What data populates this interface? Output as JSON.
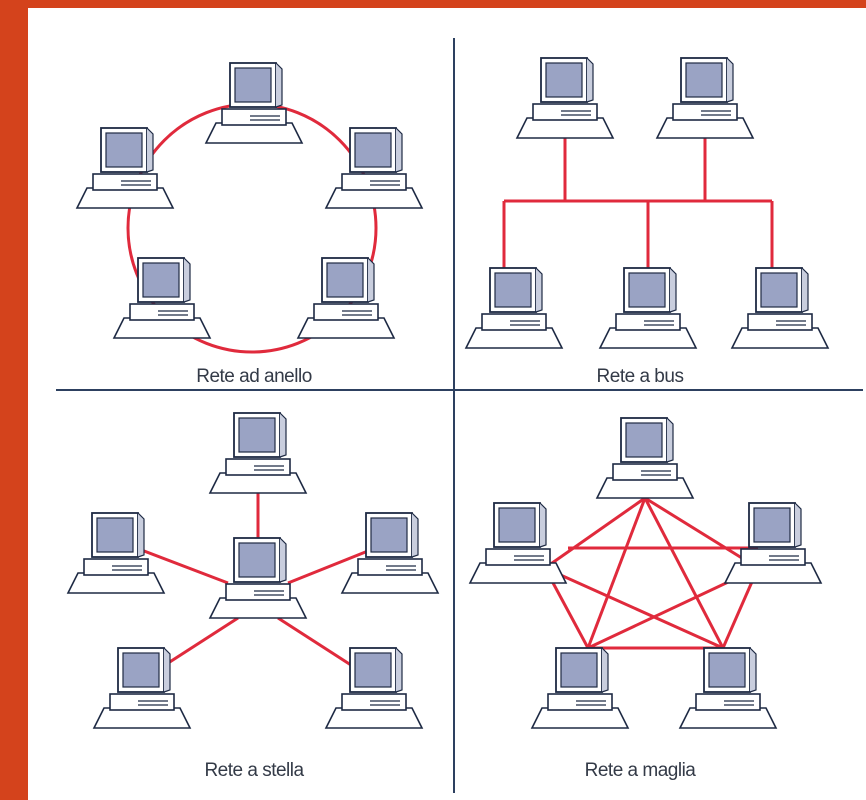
{
  "colors": {
    "background": "#d4431c",
    "panel": "#ffffff",
    "divider": "#2d4060",
    "link": "#e02a3c",
    "computer_screen": "#9aa3c4",
    "computer_body": "#ffffff",
    "computer_outline": "#1e2a44"
  },
  "icons": {
    "node": "desktop-computer-icon"
  },
  "diagrams": {
    "ring": {
      "caption": "Rete ad anello"
    },
    "bus": {
      "caption": "Rete a bus"
    },
    "star": {
      "caption": "Rete a stella"
    },
    "mesh": {
      "caption": "Rete a maglia"
    }
  }
}
